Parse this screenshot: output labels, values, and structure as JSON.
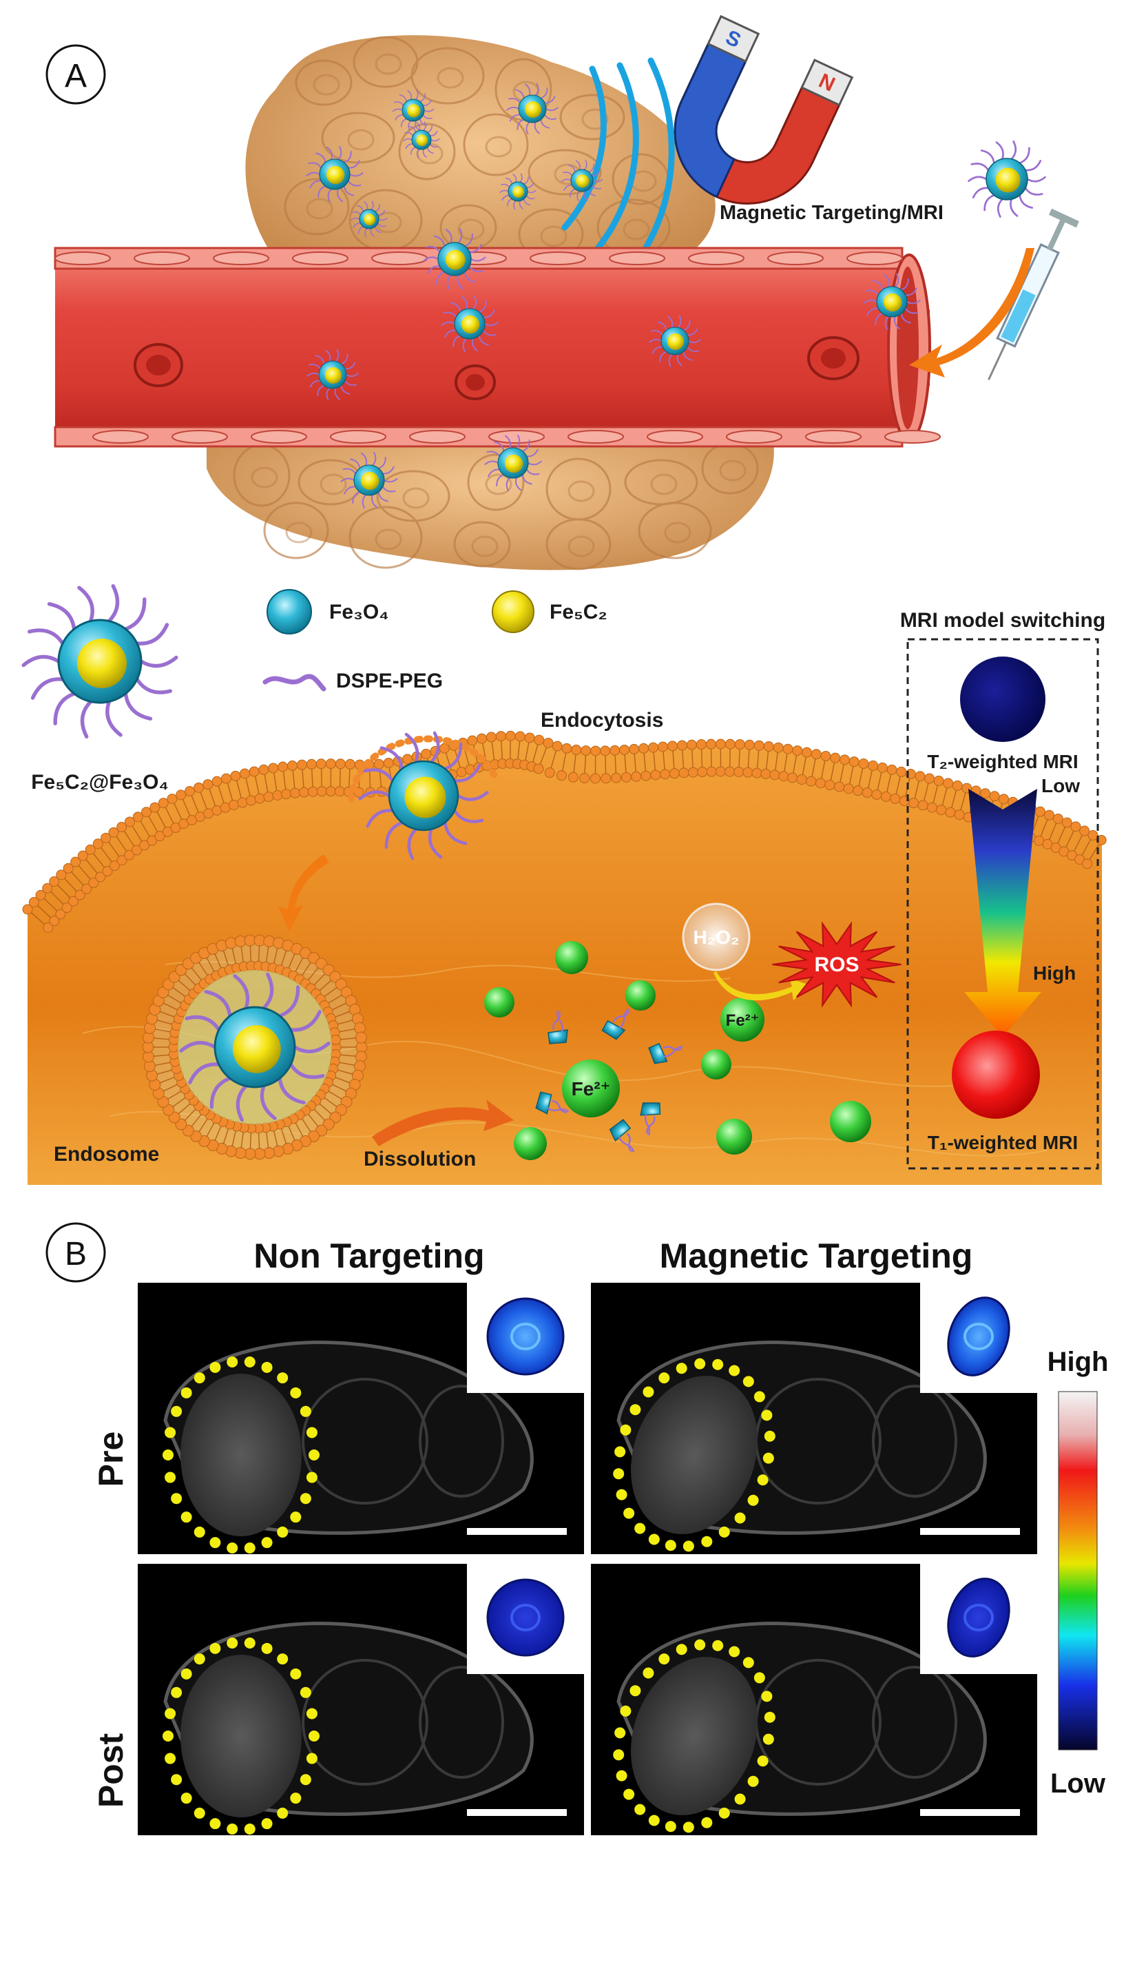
{
  "figure": {
    "panel_a": {
      "label": "A",
      "magnet_label": "Magnetic Targeting/MRI",
      "magnet_poles": {
        "south": "S",
        "north": "N"
      },
      "legend": {
        "fe3o4": "Fe₃O₄",
        "fe5c2": "Fe₅C₂",
        "dspe_peg": "DSPE-PEG",
        "particle": "Fe₅C₂@Fe₃O₄"
      },
      "process": {
        "endocytosis": "Endocytosis",
        "endosome": "Endosome",
        "dissolution": "Dissolution",
        "h2o2": "H₂O₂",
        "ros": "ROS",
        "fe2_small": "Fe²⁺",
        "fe2_large": "Fe²⁺"
      },
      "mri_switch": {
        "title": "MRI model switching",
        "t2_label": "T₂-weighted MRI",
        "t1_label": "T₁-weighted MRI",
        "low": "Low",
        "high": "High"
      }
    },
    "panel_b": {
      "label": "B",
      "columns": [
        "Non Targeting",
        "Magnetic Targeting"
      ],
      "rows": [
        "Pre",
        "Post"
      ],
      "colorbar": {
        "high": "High",
        "low": "Low"
      }
    }
  },
  "colors": {
    "vessel": "#e8534a",
    "tumor": "#d9a26a",
    "cell_interior": "#e58a1c",
    "membrane_head": "#f08a2c",
    "fe3o4": "#2fb8d6",
    "fe5c2": "#f0e010",
    "peg": "#9a6fd0",
    "fe2": "#3ccf3c",
    "ros": "#e8201e",
    "magnet_arc": "#1aa3e0"
  }
}
